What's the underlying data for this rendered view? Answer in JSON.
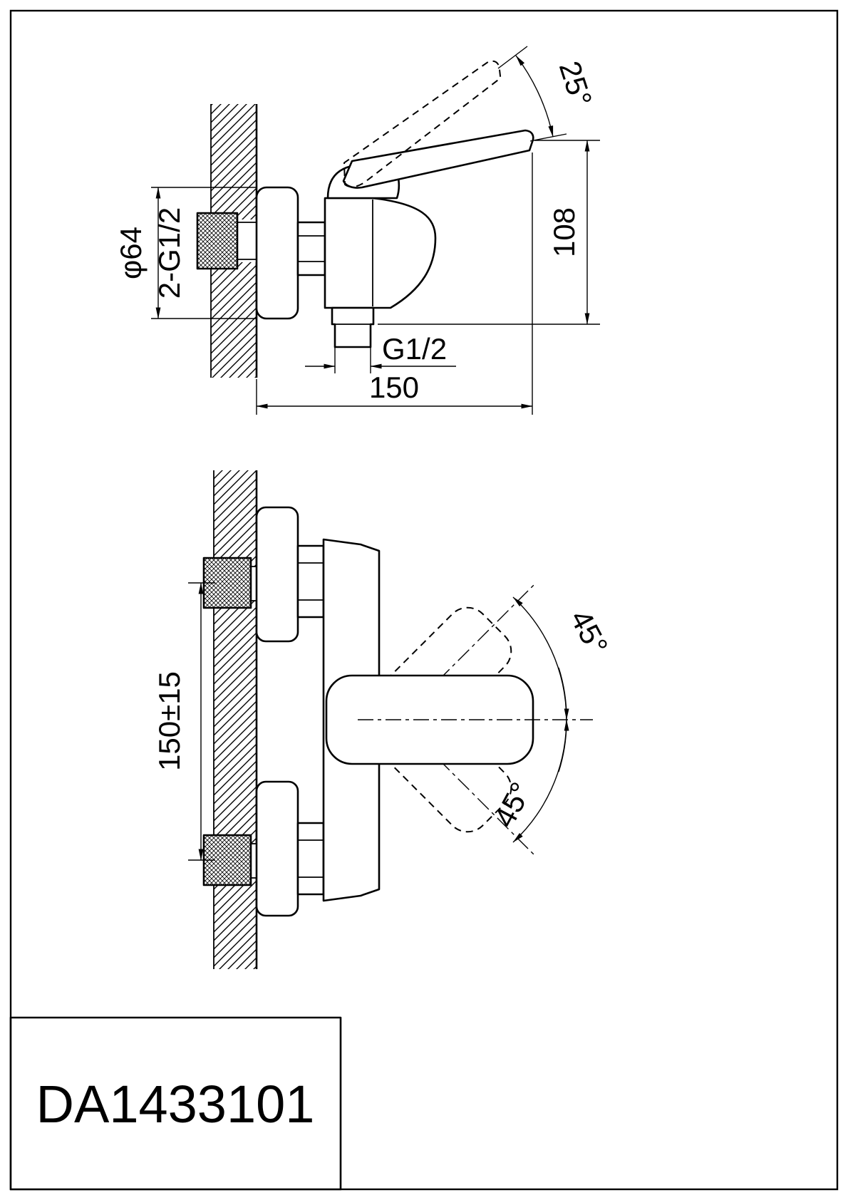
{
  "sheet": {
    "background": "#ffffff",
    "ink": "#000000"
  },
  "title_block": {
    "part_number": "DA1433101"
  },
  "side_view": {
    "handle_angle": "25°",
    "height": "108",
    "flange_diameter": "φ64",
    "wall_threads": "2-G1/2",
    "outlet_thread": "G1/2",
    "depth": "150"
  },
  "front_view": {
    "mount_centers": "150±15",
    "handle_swing_up": "45°",
    "handle_swing_down": "45°"
  }
}
